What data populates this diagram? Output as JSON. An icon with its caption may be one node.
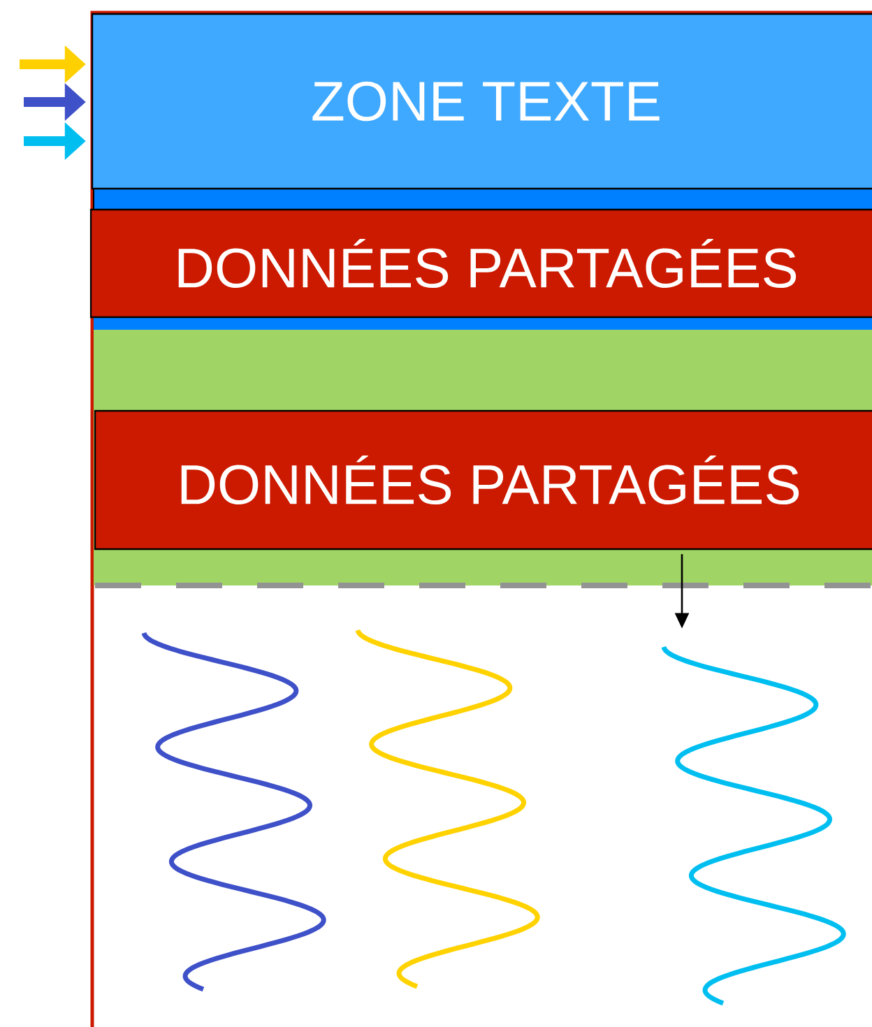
{
  "diagram": {
    "nodes": [
      {
        "text": [
          "ZONE TEXTE"
        ]
      },
      {
        "text": [
          "DONNÉES PARTAGÉES"
        ]
      },
      {
        "text": [
          "DONNÉES PARTAGÉES"
        ]
      },
      {
        "text": [],
        "shape": "wave"
      }
    ],
    "edges": [
      {
        "from": null,
        "to": 0,
        "arrow": "to",
        "color": "#ffd000"
      },
      {
        "from": null,
        "to": 0,
        "arrow": "to",
        "color": "#3f51c8"
      },
      {
        "from": null,
        "to": 0,
        "arrow": "to",
        "color": "#00bff0"
      },
      {
        "from": 2,
        "to": 3,
        "arrow": "to",
        "color": "#000000"
      }
    ]
  }
}
